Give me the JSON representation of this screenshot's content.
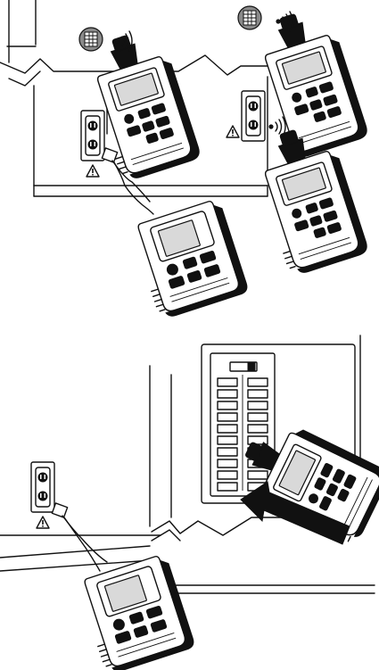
{
  "figure": {
    "top_panel": {
      "receivers": [
        "receiver-upper-left",
        "receiver-upper-right",
        "receiver-lower-right"
      ],
      "outlets": [
        "outlet-left",
        "outlet-right"
      ]
    },
    "bottom_panel": {
      "breaker_rows": 10,
      "outlet": "outlet-left"
    },
    "warning_symbol": "warning-triangle-icon",
    "signal_symbol": "signal-waves-icon",
    "breaker_symbol": "breaker-icon",
    "colors": {
      "ink": "#111111",
      "paper": "#ffffff",
      "screen": "#d9d9d9"
    }
  }
}
